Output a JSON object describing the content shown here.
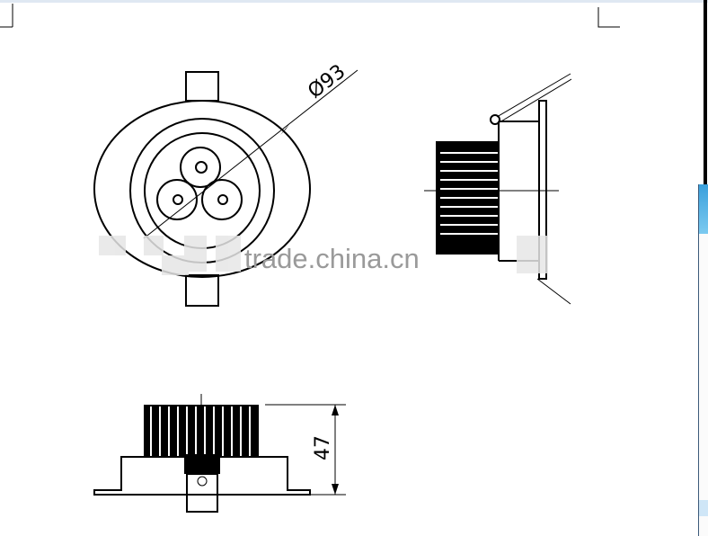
{
  "drawing": {
    "diameter_label": "Ø93",
    "height_label": "47",
    "views": [
      "top-view",
      "side-view",
      "front-view"
    ]
  },
  "watermark": {
    "text": "trade.china.cn",
    "color": "#9a9a9a"
  },
  "colors": {
    "line": "#000000",
    "window_accent": "#3aa0dc"
  }
}
